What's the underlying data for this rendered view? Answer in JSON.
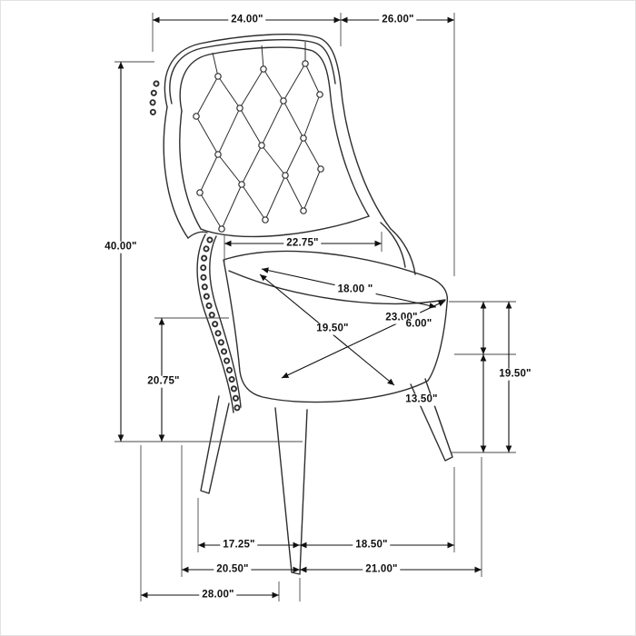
{
  "dims": {
    "top_back_width": "24.00\"",
    "top_depth": "26.00\"",
    "overall_height": "40.00\"",
    "back_width": "22.75\"",
    "seat_depth": "18.00 \"",
    "seat_width": "23.00\"",
    "seat_diagonal": "19.50\"",
    "seat_thickness_back": "6.00\"",
    "arm_height": "20.75\"",
    "leg_height_front": "13.50\"",
    "seat_height": "19.50\"",
    "front_leg_spacing": "17.25\"",
    "side_leg_spacing": "18.50\"",
    "base_width": "20.50\"",
    "base_depth": "21.00\"",
    "overall_width": "28.00\""
  }
}
